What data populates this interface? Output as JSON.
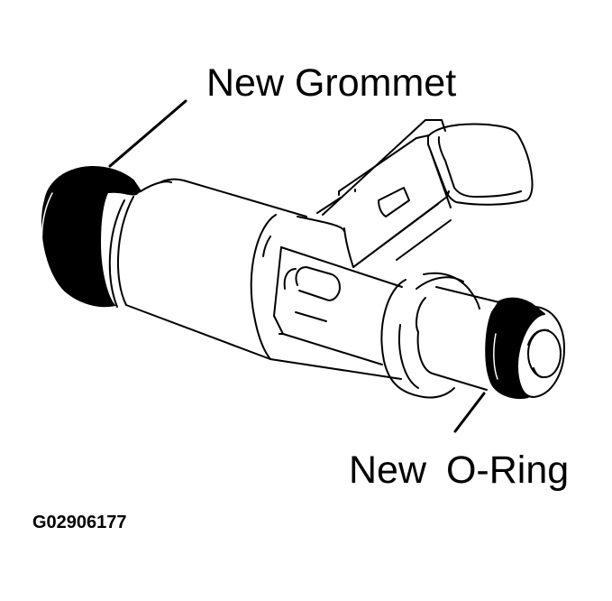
{
  "figure": {
    "subject": "fuel injector",
    "figure_id": "G02906177",
    "colors": {
      "line": "#000000",
      "background": "#ffffff"
    }
  },
  "labels": {
    "grommet": "New Grommet",
    "oring": "New O-Ring"
  },
  "parts": [
    {
      "name": "grommet",
      "label_ref": "labels.grommet"
    },
    {
      "name": "o-ring",
      "label_ref": "labels.oring"
    },
    {
      "name": "electrical-connector"
    },
    {
      "name": "injector-body"
    },
    {
      "name": "nozzle-tip"
    }
  ]
}
